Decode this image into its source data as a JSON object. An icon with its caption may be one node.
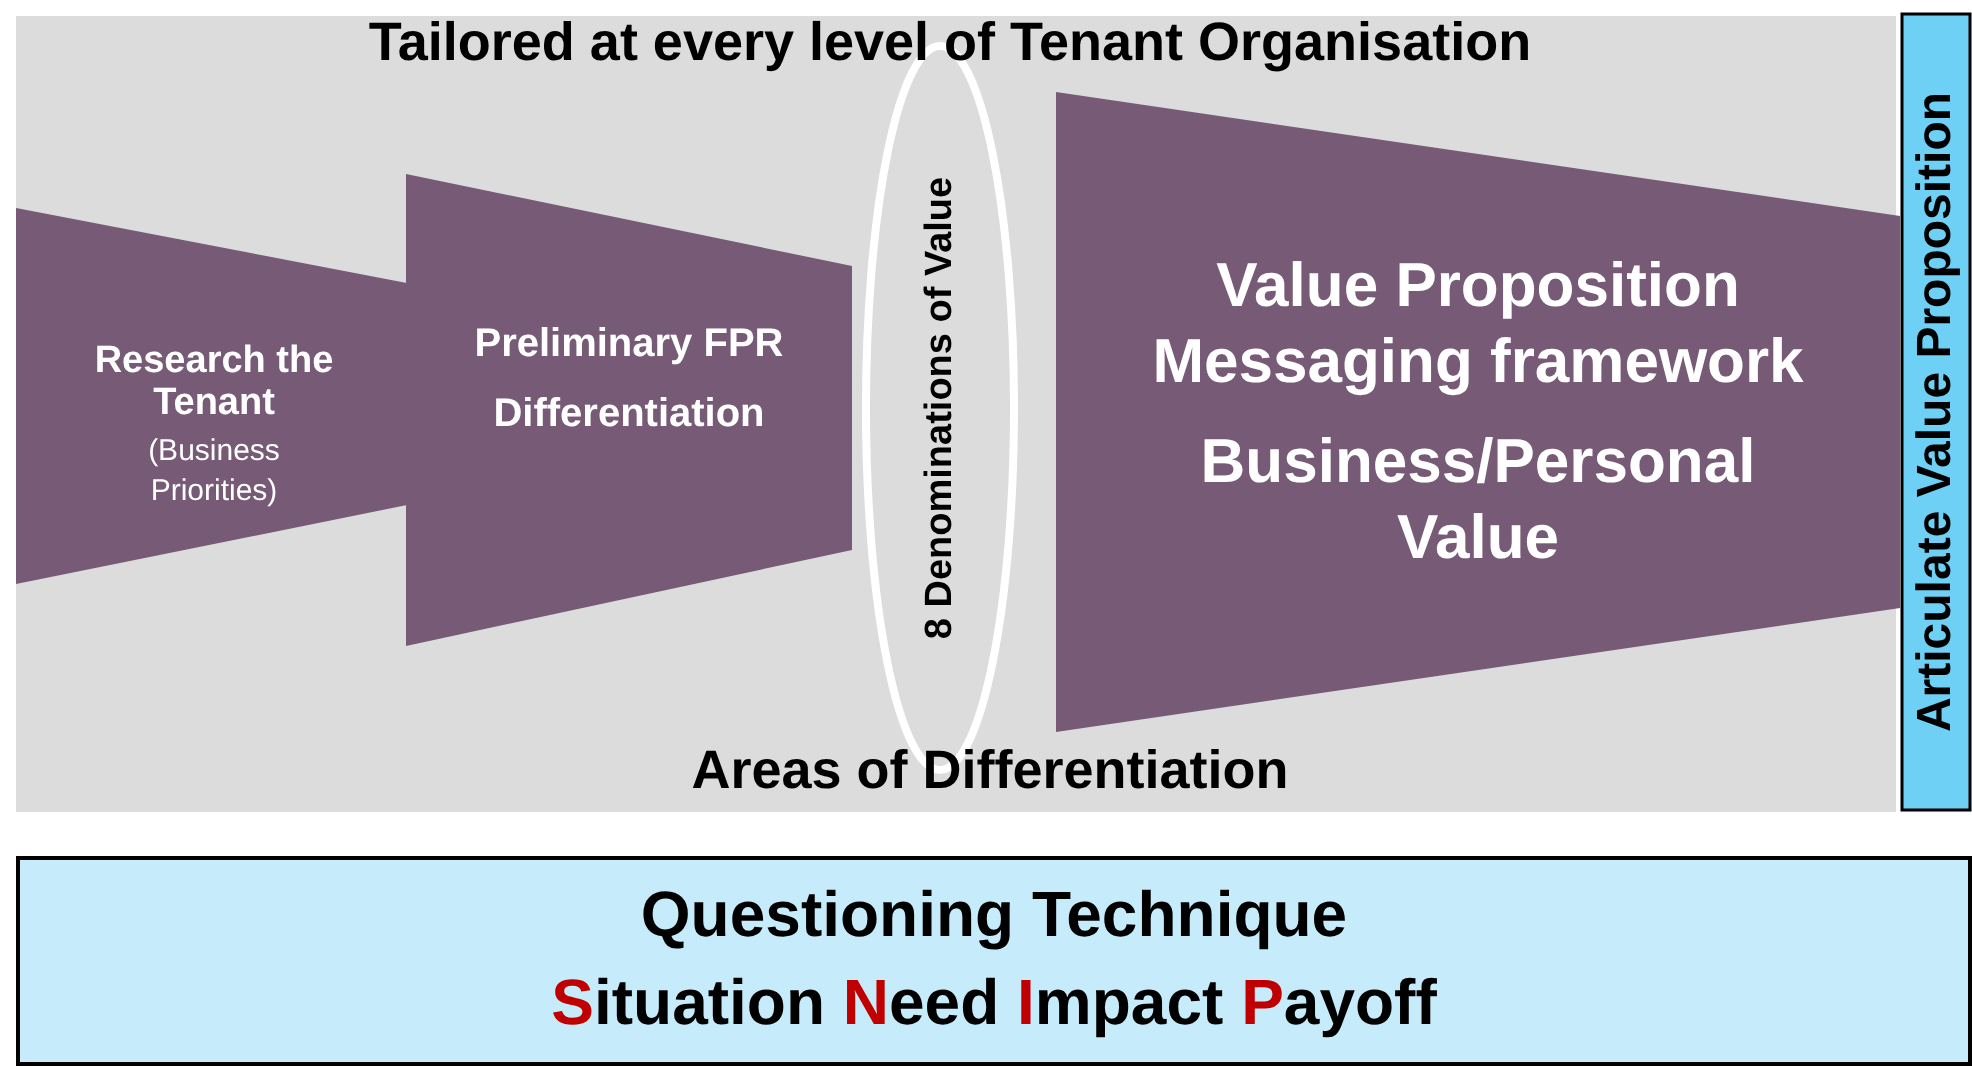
{
  "diagram": {
    "nodes": [
      {
        "text": [
          "Research the Tenant",
          "(Business Priorities)"
        ]
      },
      {
        "text": [
          "Preliminary FPR Differentiation"
        ]
      },
      {
        "text": [
          "8 Denominations of Value"
        ]
      },
      {
        "text": [
          "Value Proposition Messaging framework",
          "Business/Personal Value"
        ]
      },
      {
        "text": [
          "Articulate Value Proposition"
        ]
      },
      {
        "text": [
          "Questioning Technique",
          "Situation Need Impact Payoff"
        ]
      }
    ],
    "edges": [],
    "labels": [
      "Tailored at every level of Tenant Organisation",
      "Areas of Differentiation"
    ]
  }
}
